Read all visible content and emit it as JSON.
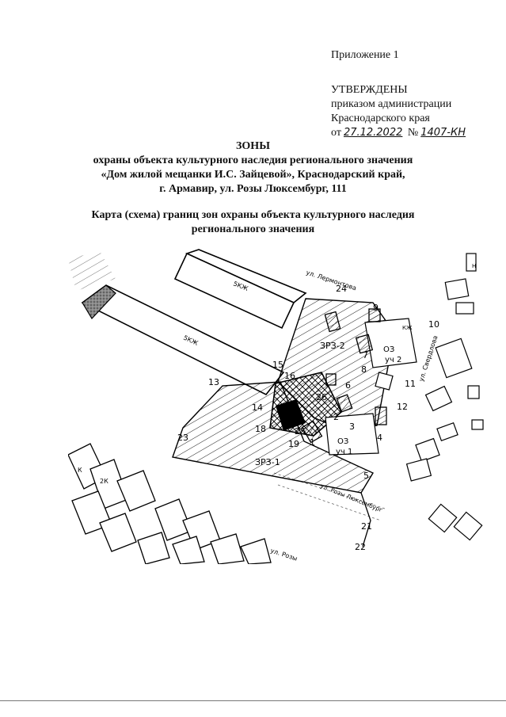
{
  "header": {
    "appendix": "Приложение 1",
    "approved_title": "УТВЕРЖДЕНЫ",
    "approved_line1": "приказом администрации",
    "approved_line2": "Краснодарского края",
    "order_from_prefix": "от",
    "order_date": "27.12.2022",
    "order_no_prefix": "№",
    "order_number": "1407-КН"
  },
  "title": {
    "line1": "ЗОНЫ",
    "line2": "охраны объекта культурного наследия регионального значения",
    "line3": "«Дом жилой мещанки И.С. Зайцевой», Краснодарский край,",
    "line4": "г. Армавир, ул. Розы Люксембург, 111",
    "map_caption1": "Карта (схема) границ зон охраны объекта культурного наследия",
    "map_caption2": "регионального значения"
  },
  "map": {
    "street_lermontova": "ул. Лермонтова",
    "street_sverdlova": "ул. Свердлова",
    "street_lyuksemburg": "ул. Розы Люксембург",
    "street_rozy": "ул. Розы",
    "zone_zrz2": "ЗРЗ-2",
    "zone_zrz1": "ЗРЗ-1",
    "oz_2": "ОЗ",
    "uch_2": "уч 2",
    "oz_1": "ОЗ",
    "uch_1": "уч 1",
    "bldg_5kzh_a": "5КЖ",
    "bldg_5kzh_b": "5КЖ",
    "bldg_kzh": "КЖ",
    "bldg_2k": "2К",
    "bldg_k": "К",
    "bldg_n": "Н",
    "points": {
      "p1": "1",
      "p2": "2",
      "p3": "3",
      "p4": "4",
      "p5": "5",
      "p6": "6",
      "p7": "7",
      "p8": "8",
      "p9": "9",
      "p10": "10",
      "p11": "11",
      "p12": "12",
      "p13": "13",
      "p14": "14",
      "p15": "15",
      "p16": "16",
      "p18": "18",
      "p19": "19",
      "p21": "21",
      "p22": "22",
      "p23": "23",
      "p24": "24",
      "p25": "25",
      "p26": "26"
    }
  }
}
